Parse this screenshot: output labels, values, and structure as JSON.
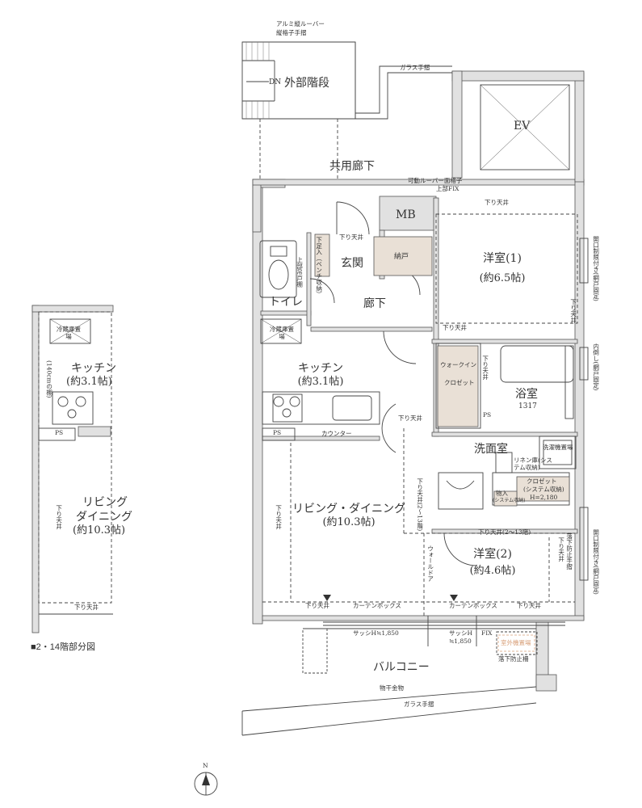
{
  "labels": {
    "louver": "アルミ縦ルーバー",
    "lattice_handrail": "縦格子手摺",
    "dn": "DN",
    "ext_stairs": "外部階段",
    "glass_handrail_top": "ガラス手摺",
    "ev": "EV",
    "corridor": "共用廊下",
    "mb": "MB",
    "sliding_louver": "可動ルーバー面格子",
    "top_fix": "上部FIX",
    "shita_ten": "下り天井",
    "shoe_storage": "下足入（ベンチ収納）",
    "entrance": "玄関",
    "nando": "納戸",
    "upper_cab": "上部吊戸棚",
    "toilet": "トイレ",
    "hallway": "廊下",
    "western1": "洋室(1)",
    "western1_area": "(約6.5帖)",
    "side_win1": "開口制限付き(網戸固定)",
    "side_win2": "内倒し(網戸固定)",
    "side_win3": "開口制限付き(網戸固定)",
    "fridge": "冷蔵庫置場",
    "kitchen": "キッチン",
    "kitchen_area": "(約3.1帖)",
    "walkin": "ウォークイン",
    "closet": "クロゼット",
    "bath": "浴室",
    "bath_size": "1317",
    "ps": "PS",
    "counter": "カウンター",
    "washroom": "洗面室",
    "washer": "洗濯機置場",
    "linen": "リネン庫(システム収納)",
    "closet2": "クロゼット",
    "closet2_sub": "(システム収納)",
    "closet2_h": "H=2,180",
    "storage_in": "物入",
    "storage_in_sub": "(システム収納)",
    "ld": "リビング・ダイニング",
    "ld_area": "(約10.3帖)",
    "shita_ten_2_13": "下り天井(2〜13階)",
    "western2": "洋室(2)",
    "western2_area": "(約4.6帖)",
    "outlet_door": "ウォールドア",
    "fall_guard_side": "落下防止手摺",
    "curtain_box": "カーテンボックス",
    "sash1": "サッシH≒1,850",
    "sash2": "サッシH",
    "sash2_h": "≒1,850",
    "fix": "FIX",
    "ac_outdoor": "室外機置場",
    "fall_guard": "落下防止柵",
    "balcony": "バルコニー",
    "drying_hardware": "物干金物",
    "glass_handrail": "ガラス手摺",
    "north": "N",
    "partial_kitchen": "キッチン",
    "partial_kitchen_area": "(約3.1帖)",
    "partial_ld1": "リビング",
    "partial_ld2": "ダイニング",
    "partial_ld_area": "(約10.3帖)",
    "partial_fridge": "冷蔵庫置場",
    "partial_stove": "(140cmの棚)",
    "partial_ps": "PS",
    "partial_shita": "下り天井",
    "partial_caption": "■2・14階部分図"
  },
  "colors": {
    "wall": "#e1e1e1",
    "line": "#444444",
    "storage": "#e9e0d6",
    "ac": "#d8a07a"
  }
}
